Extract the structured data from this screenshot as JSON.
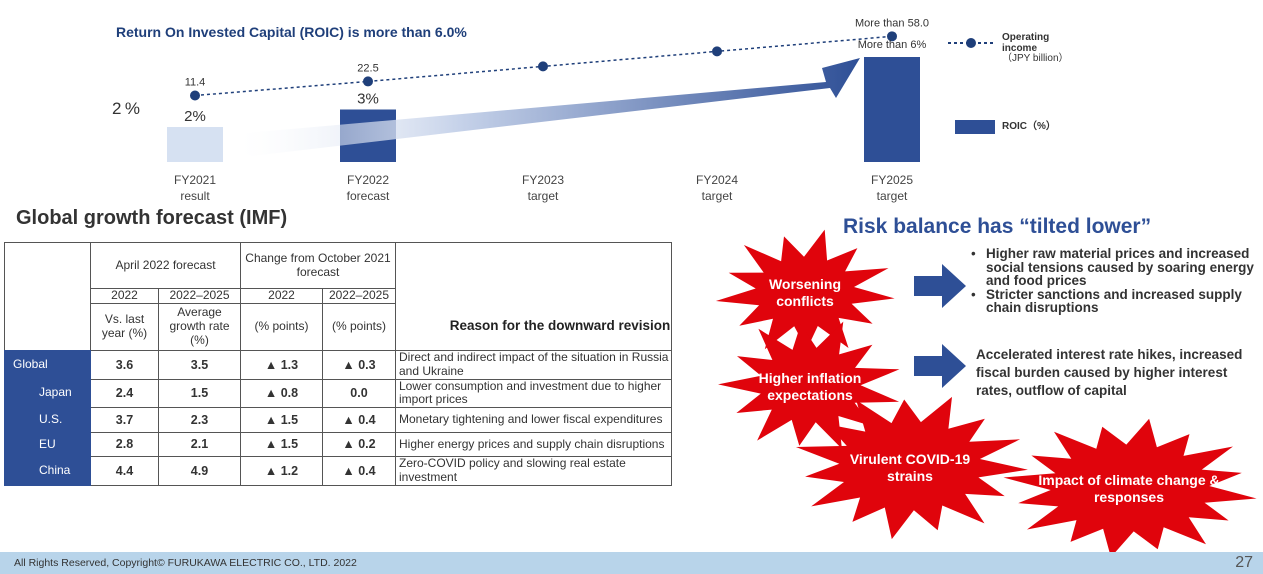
{
  "header": {
    "roic_title": "Return On Invested Capital (ROIC) is more than 6.0%",
    "left_axis_pct": "2 %"
  },
  "chart_data": {
    "type": "bar",
    "categories": [
      {
        "line1": "FY2021",
        "line2": "result"
      },
      {
        "line1": "FY2022",
        "line2": "forecast"
      },
      {
        "line1": "FY2023",
        "line2": "target"
      },
      {
        "line1": "FY2024",
        "line2": "target"
      },
      {
        "line1": "FY2025",
        "line2": "target"
      }
    ],
    "series": [
      {
        "name": "ROIC（%）",
        "type": "bar",
        "values": [
          2,
          3,
          null,
          null,
          6
        ],
        "labels": [
          "2%",
          "3%",
          "",
          "",
          "More than 6%"
        ],
        "colors": [
          "#d6e1f2",
          "#2e4f96",
          "",
          "",
          "#2e4f96"
        ]
      },
      {
        "name": "Operating income（JPY billion）",
        "type": "line",
        "values": [
          11.4,
          22.5,
          null,
          null,
          58.0
        ],
        "labels": [
          "11.4",
          "22.5",
          "",
          "",
          "More than 58.0"
        ]
      }
    ]
  },
  "legend": {
    "line_label_1": "Operating",
    "line_label_2": "income",
    "line_label_3": "（JPY billion）",
    "bar_label": "ROIC（%）"
  },
  "imf": {
    "title": "Global growth forecast (IMF)",
    "head_april": "April 2022 forecast",
    "head_change": "Change from October 2021 forecast",
    "head_2022_a": "2022",
    "head_2025_a": "2022–2025",
    "head_2022_b": "2022",
    "head_2025_b": "2022–2025",
    "sub_vs_last": "Vs. last year (%)",
    "sub_avg": "Average growth rate (%)",
    "sub_pts_a": "(% points)",
    "sub_pts_b": "(% points)",
    "reason_head": "Reason for the downward revision",
    "rows": [
      {
        "region": "Global",
        "v2022": "3.6",
        "v2025": "3.5",
        "c2022": "▲ 1.3",
        "c2025": "▲ 0.3",
        "reason": "Direct and indirect impact of the situation in Russia and Ukraine"
      },
      {
        "region": "Japan",
        "v2022": "2.4",
        "v2025": "1.5",
        "c2022": "▲ 0.8",
        "c2025": "0.0",
        "reason": "Lower consumption and investment due to higher import prices"
      },
      {
        "region": "U.S.",
        "v2022": "3.7",
        "v2025": "2.3",
        "c2022": "▲ 1.5",
        "c2025": "▲ 0.4",
        "reason": "Monetary tightening and lower fiscal expenditures"
      },
      {
        "region": "EU",
        "v2022": "2.8",
        "v2025": "2.1",
        "c2022": "▲ 1.5",
        "c2025": "▲ 0.2",
        "reason": "Higher energy prices and supply chain disruptions"
      },
      {
        "region": "China",
        "v2022": "4.4",
        "v2025": "4.9",
        "c2022": "▲ 1.2",
        "c2025": "▲ 0.4",
        "reason": "Zero-COVID policy and slowing real estate investment"
      }
    ]
  },
  "risk": {
    "title": "Risk balance has “tilted lower”",
    "burst_conflicts": "Worsening conflicts",
    "burst_inflation": "Higher inflation expectations",
    "burst_covid": "Virulent COVID-19 strains",
    "burst_climate": "Impact of climate change & responses",
    "bullet_1": "Higher raw material prices and increased social tensions caused by soaring energy and food prices",
    "bullet_2": "Stricter sanctions and increased supply chain disruptions",
    "text_2": "Accelerated interest rate hikes, increased fiscal burden caused by higher interest rates, outflow of capital",
    "colors": {
      "burst": "#e0040c",
      "arrow": "#2e4f96"
    }
  },
  "footer": {
    "copyright": "All Rights Reserved, Copyright© FURUKAWA ELECTRIC CO., LTD. 2022",
    "page_number": "27"
  }
}
